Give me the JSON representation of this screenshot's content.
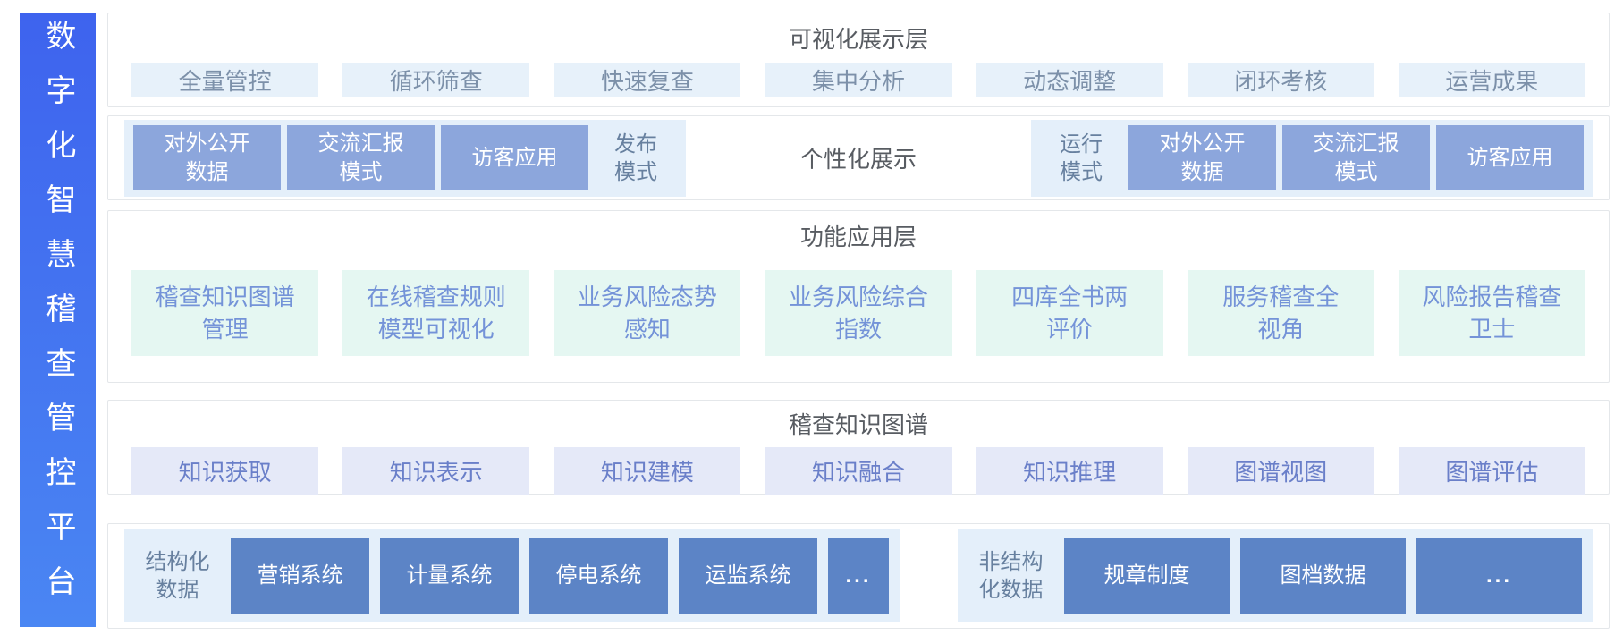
{
  "sidebar": {
    "title": "数字化智慧稽查管控平台"
  },
  "layer_visualization": {
    "title": "可视化展示层",
    "items": [
      "全量管控",
      "循环筛查",
      "快速复查",
      "集中分析",
      "动态调整",
      "闭环考核",
      "运营成果"
    ]
  },
  "layer_display": {
    "publish_group": {
      "items": [
        "对外公开\n数据",
        "交流汇报\n模式",
        "访客应用"
      ],
      "label": "发布\n模式"
    },
    "center_label": "个性化展示",
    "run_group": {
      "label": "运行\n模式",
      "items": [
        "对外公开\n数据",
        "交流汇报\n模式",
        "访客应用"
      ]
    }
  },
  "layer_function": {
    "title": "功能应用层",
    "items": [
      "稽查知识图谱\n管理",
      "在线稽查规则\n模型可视化",
      "业务风险态势\n感知",
      "业务风险综合\n指数",
      "四库全书两\n评价",
      "服务稽查全\n视角",
      "风险报告稽查\n卫士"
    ]
  },
  "layer_knowledge": {
    "title": "稽查知识图谱",
    "items": [
      "知识获取",
      "知识表示",
      "知识建模",
      "知识融合",
      "知识推理",
      "图谱视图",
      "图谱评估"
    ]
  },
  "layer_data": {
    "structured": {
      "label": "结构化\n数据",
      "items": [
        "营销系统",
        "计量系统",
        "停电系统",
        "运监系统",
        "..."
      ]
    },
    "unstructured": {
      "label": "非结构\n化数据",
      "items": [
        "规章制度",
        "图档数据",
        "..."
      ]
    }
  },
  "colors": {
    "sidebar_gradient_start": "#3E63EE",
    "sidebar_gradient_end": "#4A86F3",
    "panel_light_blue": "#E4EFFA",
    "box_periwinkle": "#8CA6DC",
    "box_steel_blue": "#5C84C6",
    "chip_blue_bg": "#E7F1FA",
    "chip_mint_bg": "#E5F7F2",
    "chip_lavender_bg": "#E5E9F8",
    "title_gray": "#585C62"
  }
}
